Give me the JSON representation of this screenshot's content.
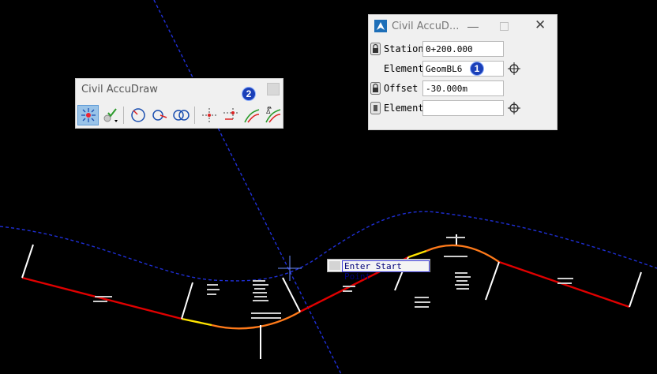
{
  "toolbar": {
    "title": "Civil AccuDraw",
    "tools": [
      "accudraw-smartkey-icon",
      "accept-check-icon",
      "point-on-element-icon",
      "rotate-point-icon",
      "circle-intersection-icon",
      "station-offset-icon",
      "pick-point-icon",
      "curve-offset-icon",
      "delta-curve-icon"
    ]
  },
  "dialog": {
    "title": "Civil AccuD...",
    "fields": [
      {
        "label": "Station",
        "value": "0+200.000",
        "locked": true
      },
      {
        "label": "Element",
        "value": "GeomBL6",
        "locked": false
      },
      {
        "label": "Offset",
        "value": "-30.000m",
        "locked": true
      },
      {
        "label": "Element",
        "value": "",
        "locked": true
      }
    ]
  },
  "badges": {
    "one": "1",
    "two": "2"
  },
  "tooltip": {
    "text": "Enter Start Point"
  },
  "colors": {
    "alignment": "#e00000",
    "curve": "#ff7a1a",
    "guide": "#1c2bd8"
  }
}
